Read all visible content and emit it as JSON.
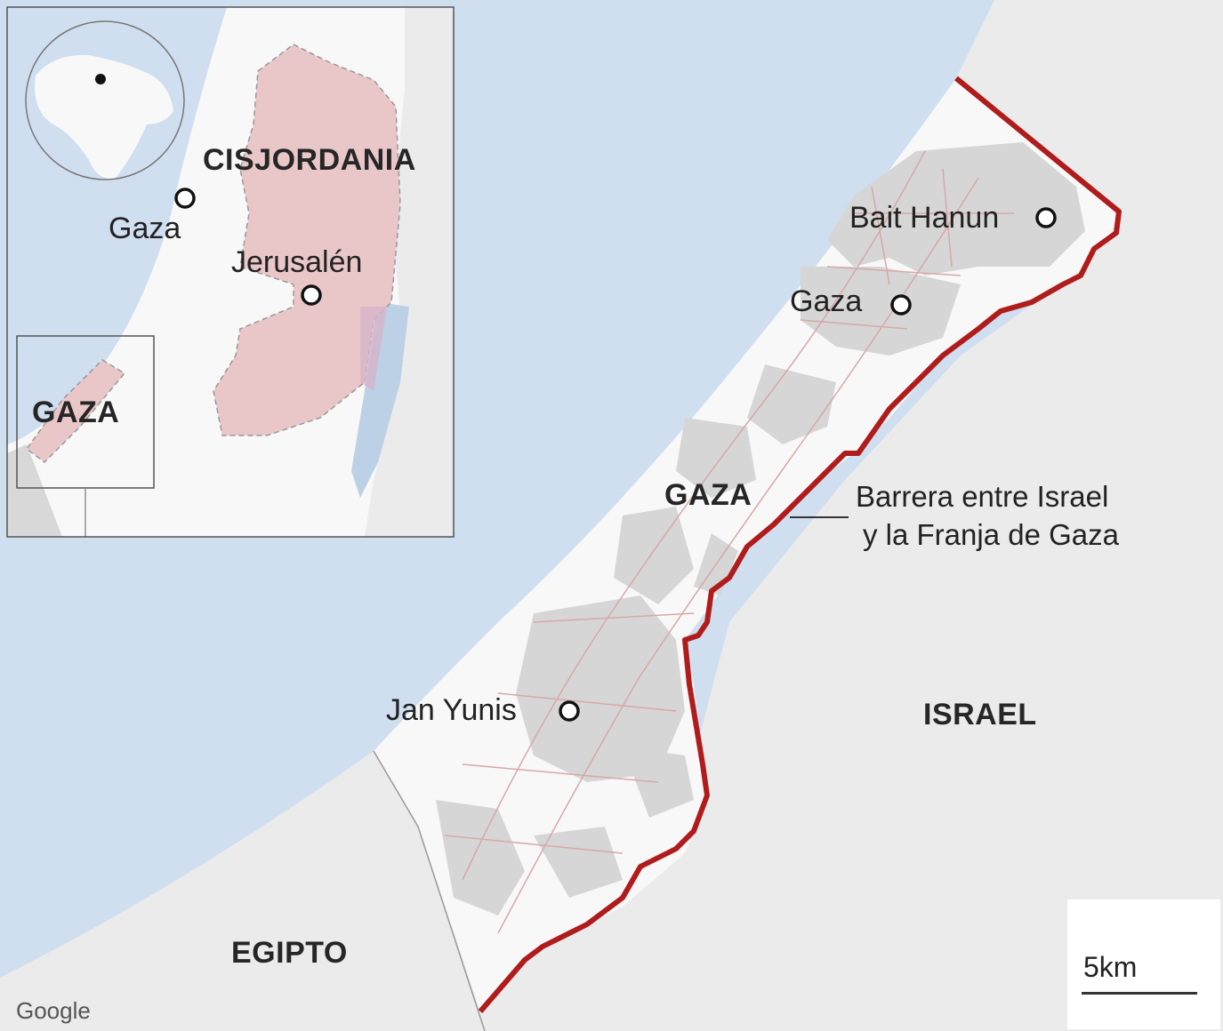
{
  "labels": {
    "bait_hanun": "Bait Hanun",
    "gaza_city": "Gaza",
    "jan_yunis": "Jan Yunis",
    "gaza_region": "GAZA",
    "israel": "ISRAEL",
    "egypt": "EGIPTO",
    "barrier_line1": "Barrera entre Israel",
    "barrier_line2": "y la Franja de Gaza"
  },
  "inset": {
    "west_bank": "CISJORDANIA",
    "gaza_city": "Gaza",
    "jerusalem": "Jerusalén",
    "gaza_region": "GAZA"
  },
  "scale": {
    "label": "5km"
  },
  "attribution": "Google",
  "colors": {
    "sea": "#cfdff0",
    "land": "#ebebeb",
    "strip": "#f8f8f8",
    "urban": "#d6d6d6",
    "barrier": "#b01c1c",
    "west_bank": "#e9c7c9",
    "roads": "#d8a8a8"
  }
}
